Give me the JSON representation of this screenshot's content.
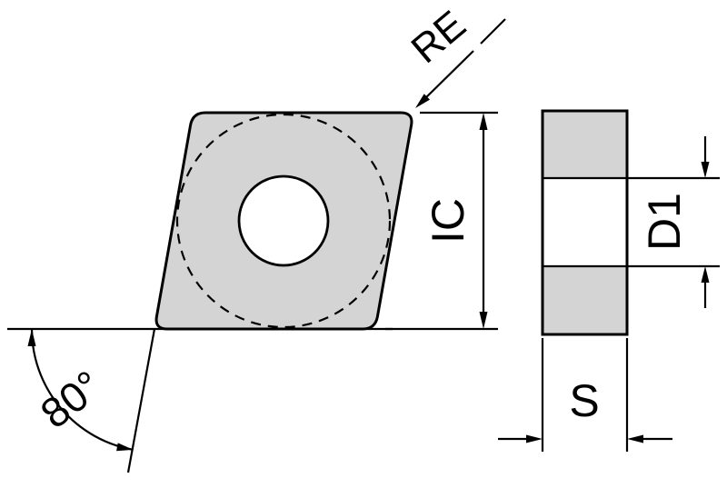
{
  "labels": {
    "corner_radius": "RE",
    "inscribed_circle": "IC",
    "angle": "80°",
    "hole_diameter": "D1",
    "thickness": "S"
  },
  "colors": {
    "line": "#000000",
    "insert_fill": "#d4d4d4",
    "background": "#ffffff"
  }
}
